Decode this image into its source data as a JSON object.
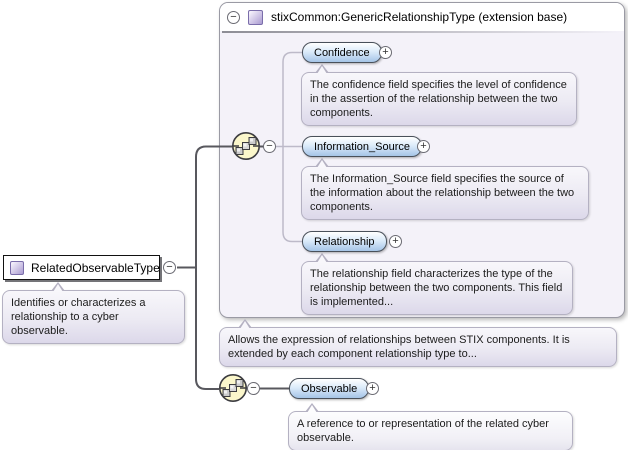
{
  "extension_box": {
    "title": "stixCommon:GenericRelationshipType (extension base)",
    "annotation": "Allows the expression of relationships between STIX components. It is extended by each component relationship type to...",
    "children": [
      {
        "name": "Confidence",
        "annotation": "The confidence field specifies the level of confidence in the assertion of the relationship between the two components."
      },
      {
        "name": "Information_Source",
        "annotation": "The Information_Source field specifies the source of the information about the relationship between the two components."
      },
      {
        "name": "Relationship",
        "annotation": "The relationship field characterizes the type of the relationship between the two components. This field is implemented..."
      }
    ]
  },
  "root_element": {
    "name": "RelatedObservableType",
    "annotation": "Identifies or characterizes a relationship to a cyber observable."
  },
  "observable_element": {
    "name": "Observable",
    "annotation": "A reference to or representation of the related cyber observable."
  },
  "icons": {
    "expand": "+",
    "collapse": "−"
  },
  "colors": {
    "type_icon_purple": "#a99ad0",
    "pill_blue": "#a6c4e6",
    "sequence_yellow": "#fbf7cb",
    "container_bg": "#f4f2f9",
    "annotation_bg": "#dcd8ea"
  }
}
